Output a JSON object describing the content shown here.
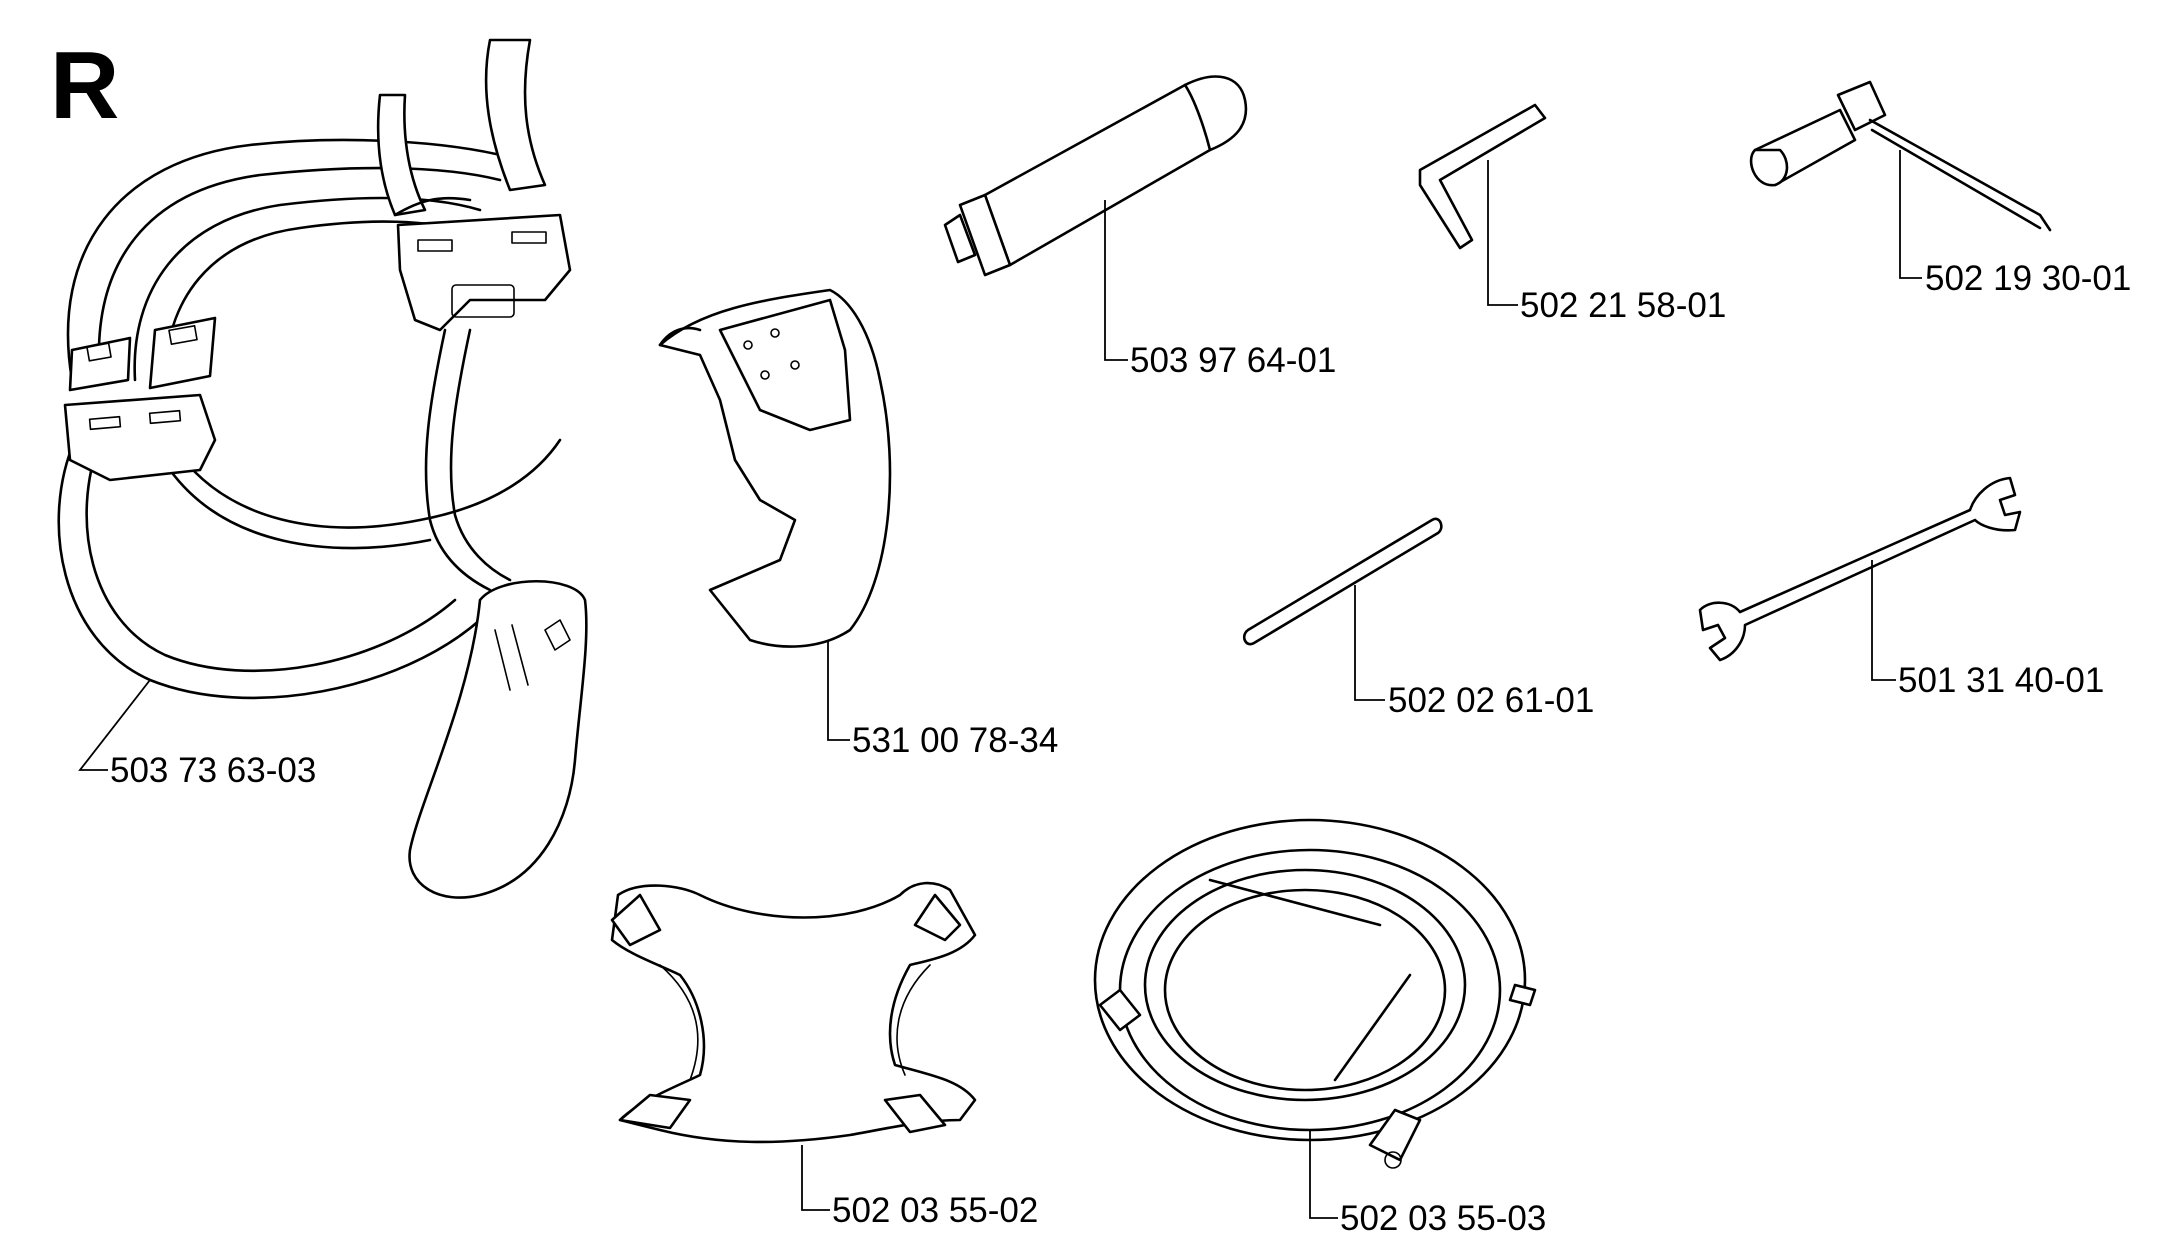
{
  "section_letter": "R",
  "parts": [
    {
      "id": "harness",
      "part_number": "503 73 63-03"
    },
    {
      "id": "grease-tube",
      "part_number": "503 97 64-01"
    },
    {
      "id": "hex-key",
      "part_number": "502 21 58-01"
    },
    {
      "id": "combination-wrench",
      "part_number": "502 19 30-01"
    },
    {
      "id": "guard",
      "part_number": "531 00 78-34"
    },
    {
      "id": "pin",
      "part_number": "502 02 61-01"
    },
    {
      "id": "open-end-wrench",
      "part_number": "501 31 40-01"
    },
    {
      "id": "chest-pad",
      "part_number": "502 03 55-02"
    },
    {
      "id": "hip-ring",
      "part_number": "502 03 55-03"
    }
  ]
}
